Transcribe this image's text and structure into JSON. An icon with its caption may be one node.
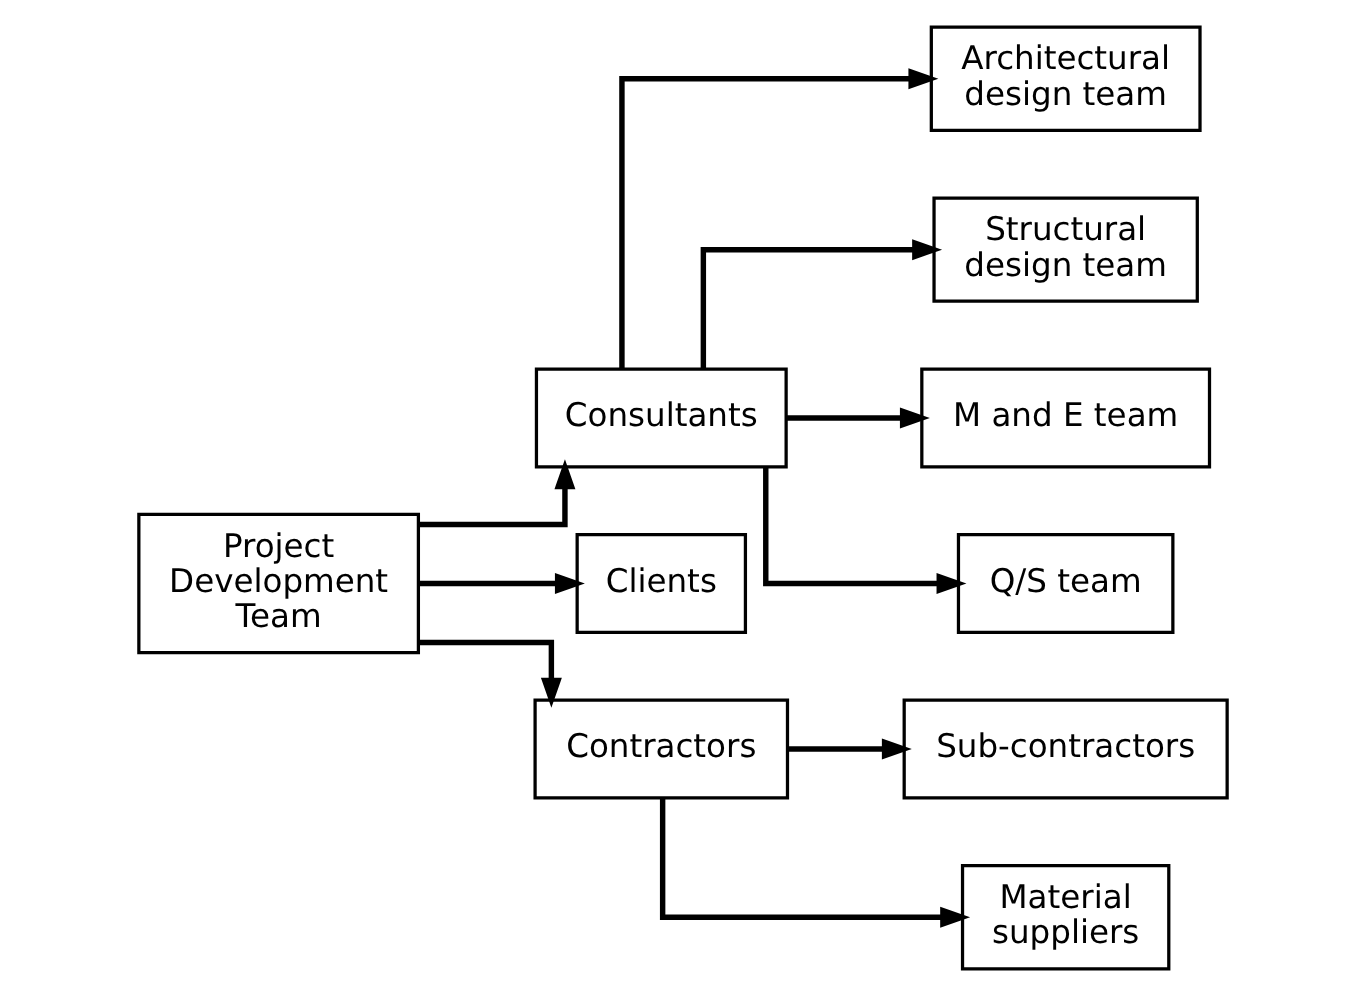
{
  "diagram": {
    "nodes": [
      {
        "text": [
          "Project Development Team"
        ]
      },
      {
        "text": [
          "Consultants"
        ]
      },
      {
        "text": [
          "Clients"
        ]
      },
      {
        "text": [
          "Contractors"
        ]
      },
      {
        "text": [
          "Architectural design team"
        ]
      },
      {
        "text": [
          "Structural design team"
        ]
      },
      {
        "text": [
          "M and E team"
        ]
      },
      {
        "text": [
          "Q/S team"
        ]
      },
      {
        "text": [
          "Sub-contractors"
        ]
      },
      {
        "text": [
          "Material suppliers"
        ]
      }
    ],
    "edges": [
      {
        "from": 0,
        "to": 1,
        "arrow": "to"
      },
      {
        "from": 0,
        "to": 2,
        "arrow": "to"
      },
      {
        "from": 0,
        "to": 3,
        "arrow": "to"
      },
      {
        "from": 1,
        "to": 4,
        "arrow": "to"
      },
      {
        "from": 1,
        "to": 5,
        "arrow": "to"
      },
      {
        "from": 1,
        "to": 6,
        "arrow": "to"
      },
      {
        "from": 1,
        "to": 7,
        "arrow": "to"
      },
      {
        "from": 3,
        "to": 8,
        "arrow": "to"
      },
      {
        "from": 3,
        "to": 9,
        "arrow": "to"
      }
    ]
  }
}
